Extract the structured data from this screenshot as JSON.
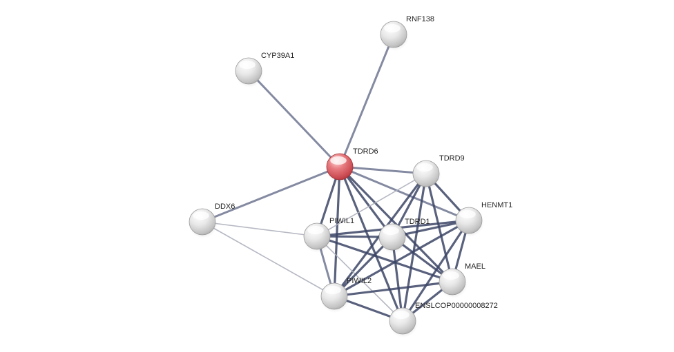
{
  "network": {
    "colors": {
      "query_node": "#d9555b",
      "node": "#e6e6e6",
      "edge_strong": "#3c4566",
      "edge_medium": "#6f7590",
      "edge_weak": "#aeb0bd"
    },
    "nodes": [
      {
        "id": "RNF138",
        "label": "RNF138",
        "query": false
      },
      {
        "id": "CYP39A1",
        "label": "CYP39A1",
        "query": false
      },
      {
        "id": "TDRD6",
        "label": "TDRD6",
        "query": true
      },
      {
        "id": "TDRD9",
        "label": "TDRD9",
        "query": false
      },
      {
        "id": "DDX6",
        "label": "DDX6",
        "query": false
      },
      {
        "id": "HENMT1",
        "label": "HENMT1",
        "query": false
      },
      {
        "id": "PIWIL1",
        "label": "PIWIL1",
        "query": false
      },
      {
        "id": "TDRD1",
        "label": "TDRD1",
        "query": false
      },
      {
        "id": "MAEL",
        "label": "MAEL",
        "query": false
      },
      {
        "id": "PIWIL2",
        "label": "PIWIL2",
        "query": false
      },
      {
        "id": "ENSLCOP00000008272",
        "label": "ENSLCOP00000008272",
        "query": false
      }
    ],
    "edges": [
      {
        "source": "TDRD6",
        "target": "RNF138",
        "strength": "medium"
      },
      {
        "source": "TDRD6",
        "target": "CYP39A1",
        "strength": "medium"
      },
      {
        "source": "TDRD6",
        "target": "DDX6",
        "strength": "medium"
      },
      {
        "source": "TDRD6",
        "target": "TDRD9",
        "strength": "medium"
      },
      {
        "source": "TDRD6",
        "target": "HENMT1",
        "strength": "medium"
      },
      {
        "source": "TDRD6",
        "target": "PIWIL1",
        "strength": "strong"
      },
      {
        "source": "TDRD6",
        "target": "TDRD1",
        "strength": "strong"
      },
      {
        "source": "TDRD6",
        "target": "MAEL",
        "strength": "strong"
      },
      {
        "source": "TDRD6",
        "target": "PIWIL2",
        "strength": "strong"
      },
      {
        "source": "TDRD6",
        "target": "ENSLCOP00000008272",
        "strength": "strong"
      },
      {
        "source": "DDX6",
        "target": "PIWIL1",
        "strength": "weak"
      },
      {
        "source": "DDX6",
        "target": "PIWIL2",
        "strength": "weak"
      },
      {
        "source": "TDRD9",
        "target": "PIWIL1",
        "strength": "weak"
      },
      {
        "source": "TDRD9",
        "target": "TDRD1",
        "strength": "strong"
      },
      {
        "source": "TDRD9",
        "target": "HENMT1",
        "strength": "strong"
      },
      {
        "source": "TDRD9",
        "target": "MAEL",
        "strength": "strong"
      },
      {
        "source": "TDRD9",
        "target": "PIWIL2",
        "strength": "strong"
      },
      {
        "source": "TDRD9",
        "target": "ENSLCOP00000008272",
        "strength": "strong"
      },
      {
        "source": "HENMT1",
        "target": "PIWIL1",
        "strength": "strong"
      },
      {
        "source": "HENMT1",
        "target": "TDRD1",
        "strength": "strong"
      },
      {
        "source": "HENMT1",
        "target": "MAEL",
        "strength": "strong"
      },
      {
        "source": "HENMT1",
        "target": "PIWIL2",
        "strength": "strong"
      },
      {
        "source": "HENMT1",
        "target": "ENSLCOP00000008272",
        "strength": "strong"
      },
      {
        "source": "PIWIL1",
        "target": "TDRD1",
        "strength": "strong"
      },
      {
        "source": "PIWIL1",
        "target": "MAEL",
        "strength": "strong"
      },
      {
        "source": "PIWIL1",
        "target": "PIWIL2",
        "strength": "medium"
      },
      {
        "source": "PIWIL1",
        "target": "ENSLCOP00000008272",
        "strength": "weak"
      },
      {
        "source": "TDRD1",
        "target": "MAEL",
        "strength": "strong"
      },
      {
        "source": "TDRD1",
        "target": "PIWIL2",
        "strength": "strong"
      },
      {
        "source": "TDRD1",
        "target": "ENSLCOP00000008272",
        "strength": "strong"
      },
      {
        "source": "MAEL",
        "target": "PIWIL2",
        "strength": "strong"
      },
      {
        "source": "MAEL",
        "target": "ENSLCOP00000008272",
        "strength": "strong"
      },
      {
        "source": "PIWIL2",
        "target": "ENSLCOP00000008272",
        "strength": "strong"
      }
    ]
  }
}
